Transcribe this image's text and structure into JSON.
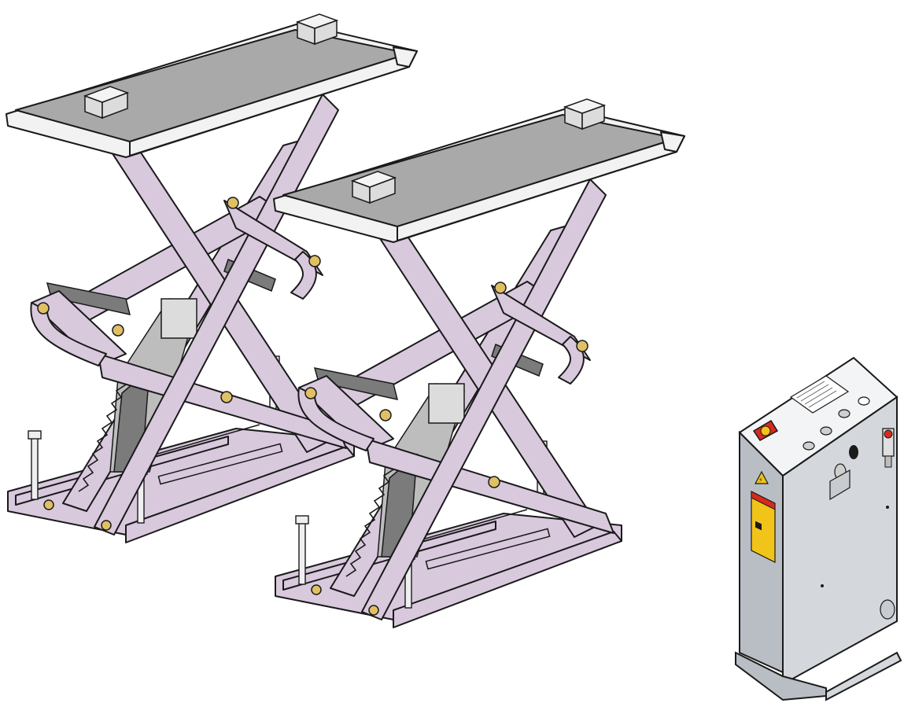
{
  "figure": {
    "objects": [
      "scissor-lift-platform-1",
      "scissor-lift-platform-2",
      "control-cabinet"
    ],
    "colors": {
      "scissor_frame": "#d8c9dd",
      "platform_deck": "#a9a9a9",
      "cabinet_body": "#b8bec4",
      "pins": "#e0c064",
      "emergency_stop": "#d62b1e",
      "warning_label": "#f0c419"
    }
  }
}
